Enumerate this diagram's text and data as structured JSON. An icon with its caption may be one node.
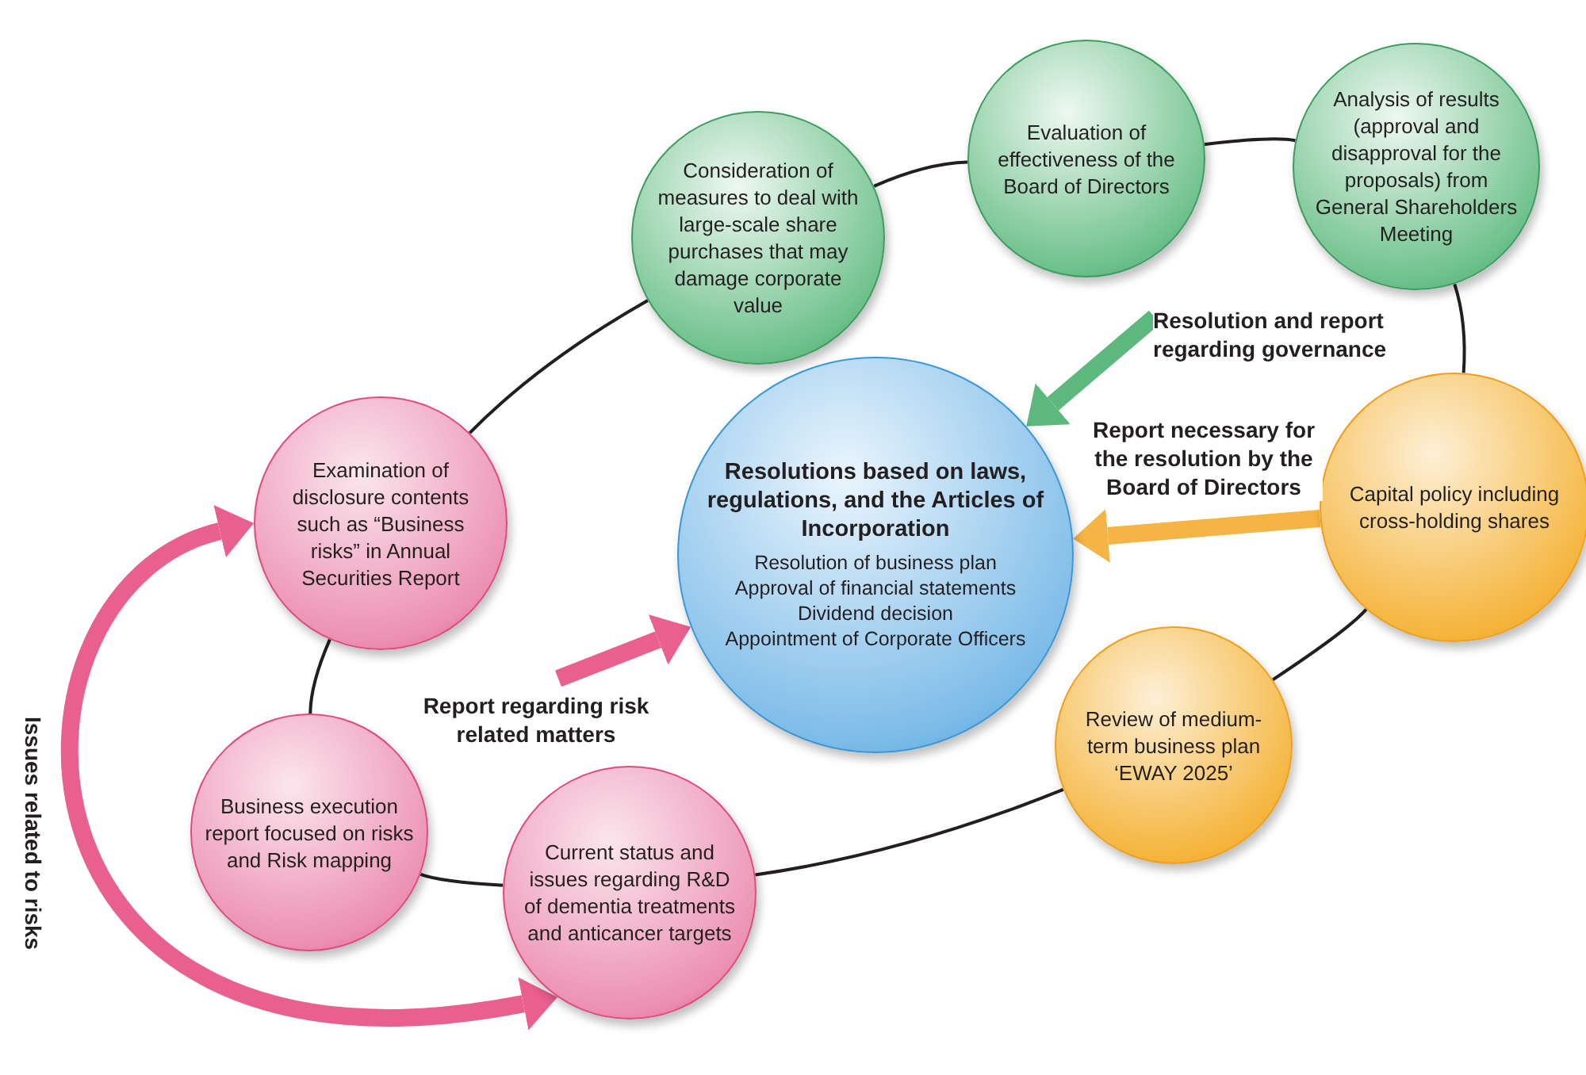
{
  "diagram": {
    "nodes": [
      {
        "text": [
          "Consideration of measures to deal with large-scale share purchases that may damage corporate value"
        ]
      },
      {
        "text": [
          "Evaluation of effectiveness of the Board of Directors"
        ]
      },
      {
        "text": [
          "Analysis of results (approval and disapproval for the proposals) from General Shareholders Meeting"
        ]
      },
      {
        "text": [
          "Examination of disclosure contents such as “Business risks” in Annual Securities Report"
        ]
      },
      {
        "text": [
          "Resolutions based on laws, regulations, and the Articles of Incorporation",
          "Resolution of business plan",
          "Approval of financial statements",
          "Dividend decision",
          "Appointment of Corporate Officers"
        ]
      },
      {
        "text": [
          "Capital policy including cross-holding shares"
        ]
      },
      {
        "text": [
          "Review of medium-term business plan ‘EWAY 2025’"
        ]
      },
      {
        "text": [
          "Business execution report focused on risks and Risk mapping"
        ]
      },
      {
        "text": [
          "Current status and issues regarding R&D of dementia treatments and anticancer targets"
        ]
      }
    ],
    "edges": [
      {
        "from": 3,
        "to": 0,
        "arrow": "none"
      },
      {
        "from": 0,
        "to": 1,
        "arrow": "none"
      },
      {
        "from": 1,
        "to": 2,
        "arrow": "none"
      },
      {
        "from": 2,
        "to": 5,
        "arrow": "none"
      },
      {
        "from": 5,
        "to": 6,
        "arrow": "none"
      },
      {
        "from": 6,
        "to": 8,
        "arrow": "none"
      },
      {
        "from": 8,
        "to": 7,
        "arrow": "none"
      },
      {
        "from": 7,
        "to": 3,
        "arrow": "none"
      },
      {
        "from": null,
        "to": 4,
        "arrow": "to",
        "label": "Resolution and report regarding governance",
        "style": "thick",
        "color": "#5cb87c"
      },
      {
        "from": 5,
        "to": 4,
        "arrow": "to",
        "label": "Report necessary for the resolution by the Board of Directors",
        "style": "thick",
        "color": "#f5b443"
      },
      {
        "from": null,
        "to": 4,
        "arrow": "to",
        "label": "Report regarding risk related matters",
        "style": "thick",
        "color": "#e95f8e"
      },
      {
        "from": 8,
        "to": 3,
        "arrow": "both",
        "label": "Issues related to risks",
        "style": "thick",
        "color": "#e95f8e"
      }
    ]
  }
}
